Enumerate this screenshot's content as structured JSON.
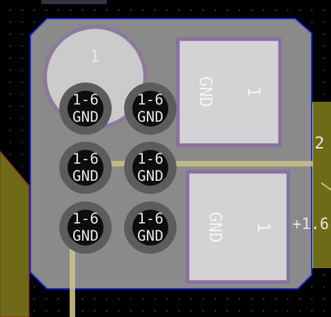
{
  "board": {
    "mount_hole_label": "1",
    "via_net": "GND",
    "via_pad_range": "1-6",
    "via_count": 6,
    "pad_top": {
      "net": "GND",
      "number": "1"
    },
    "pad_bottom": {
      "net": "GND",
      "number": "1"
    },
    "right_pad_number": "2",
    "right_net_label": "+1.6",
    "colors": {
      "background": "#000000",
      "grid_dot": "#4a4a4a",
      "copper_fill": "#808080",
      "zone_outline": "#1d26d6",
      "pad": "#cfcfd3",
      "pad_outline": "#8a6fa0",
      "trace": "#c9c08a",
      "olive": "#6e6a18",
      "via_ring": "#5c5c5c",
      "via_hole": "#0d0d0d"
    }
  }
}
